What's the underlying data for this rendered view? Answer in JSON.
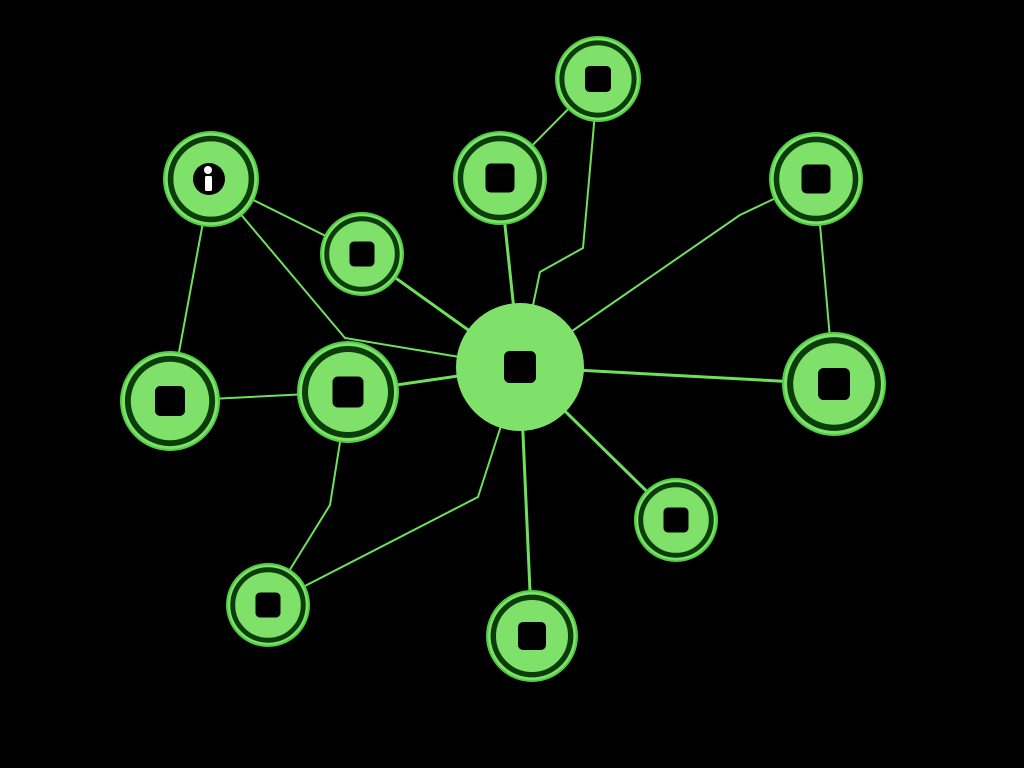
{
  "colors": {
    "background": "#000000",
    "node_fill": "#7fe06a",
    "node_ring": "#0a3d0a",
    "node_outline": "#4fd044",
    "edge": "#6ee05c",
    "square": "#000000"
  },
  "diagram": {
    "nodes": [
      {
        "id": "hub",
        "kind": "hub",
        "icon": "square-icon"
      },
      {
        "id": "n-info",
        "kind": "node",
        "icon": "info-icon"
      },
      {
        "id": "n-top",
        "kind": "node",
        "icon": "square-icon"
      },
      {
        "id": "n-upper-mid",
        "kind": "node",
        "icon": "square-icon"
      },
      {
        "id": "n-upper-right",
        "kind": "node",
        "icon": "square-icon"
      },
      {
        "id": "n-small-left",
        "kind": "node",
        "icon": "square-icon"
      },
      {
        "id": "n-left",
        "kind": "node",
        "icon": "square-icon"
      },
      {
        "id": "n-mid-left",
        "kind": "node",
        "icon": "square-icon"
      },
      {
        "id": "n-right",
        "kind": "node",
        "icon": "square-icon"
      },
      {
        "id": "n-lower-right",
        "kind": "node",
        "icon": "square-icon"
      },
      {
        "id": "n-bottom",
        "kind": "node",
        "icon": "square-icon"
      },
      {
        "id": "n-bottom-left",
        "kind": "node",
        "icon": "square-icon"
      }
    ],
    "edges": [
      [
        "n-info",
        "n-small-left"
      ],
      [
        "n-info",
        "n-left"
      ],
      [
        "n-info",
        "hub"
      ],
      [
        "n-small-left",
        "hub"
      ],
      [
        "n-left",
        "n-mid-left"
      ],
      [
        "n-mid-left",
        "hub"
      ],
      [
        "n-upper-mid",
        "hub"
      ],
      [
        "n-upper-mid",
        "n-top"
      ],
      [
        "n-top",
        "hub"
      ],
      [
        "n-upper-right",
        "hub"
      ],
      [
        "n-upper-right",
        "n-right"
      ],
      [
        "n-right",
        "hub"
      ],
      [
        "hub",
        "n-lower-right"
      ],
      [
        "hub",
        "n-bottom"
      ],
      [
        "hub",
        "n-bottom-left"
      ],
      [
        "n-mid-left",
        "n-bottom-left"
      ]
    ]
  }
}
